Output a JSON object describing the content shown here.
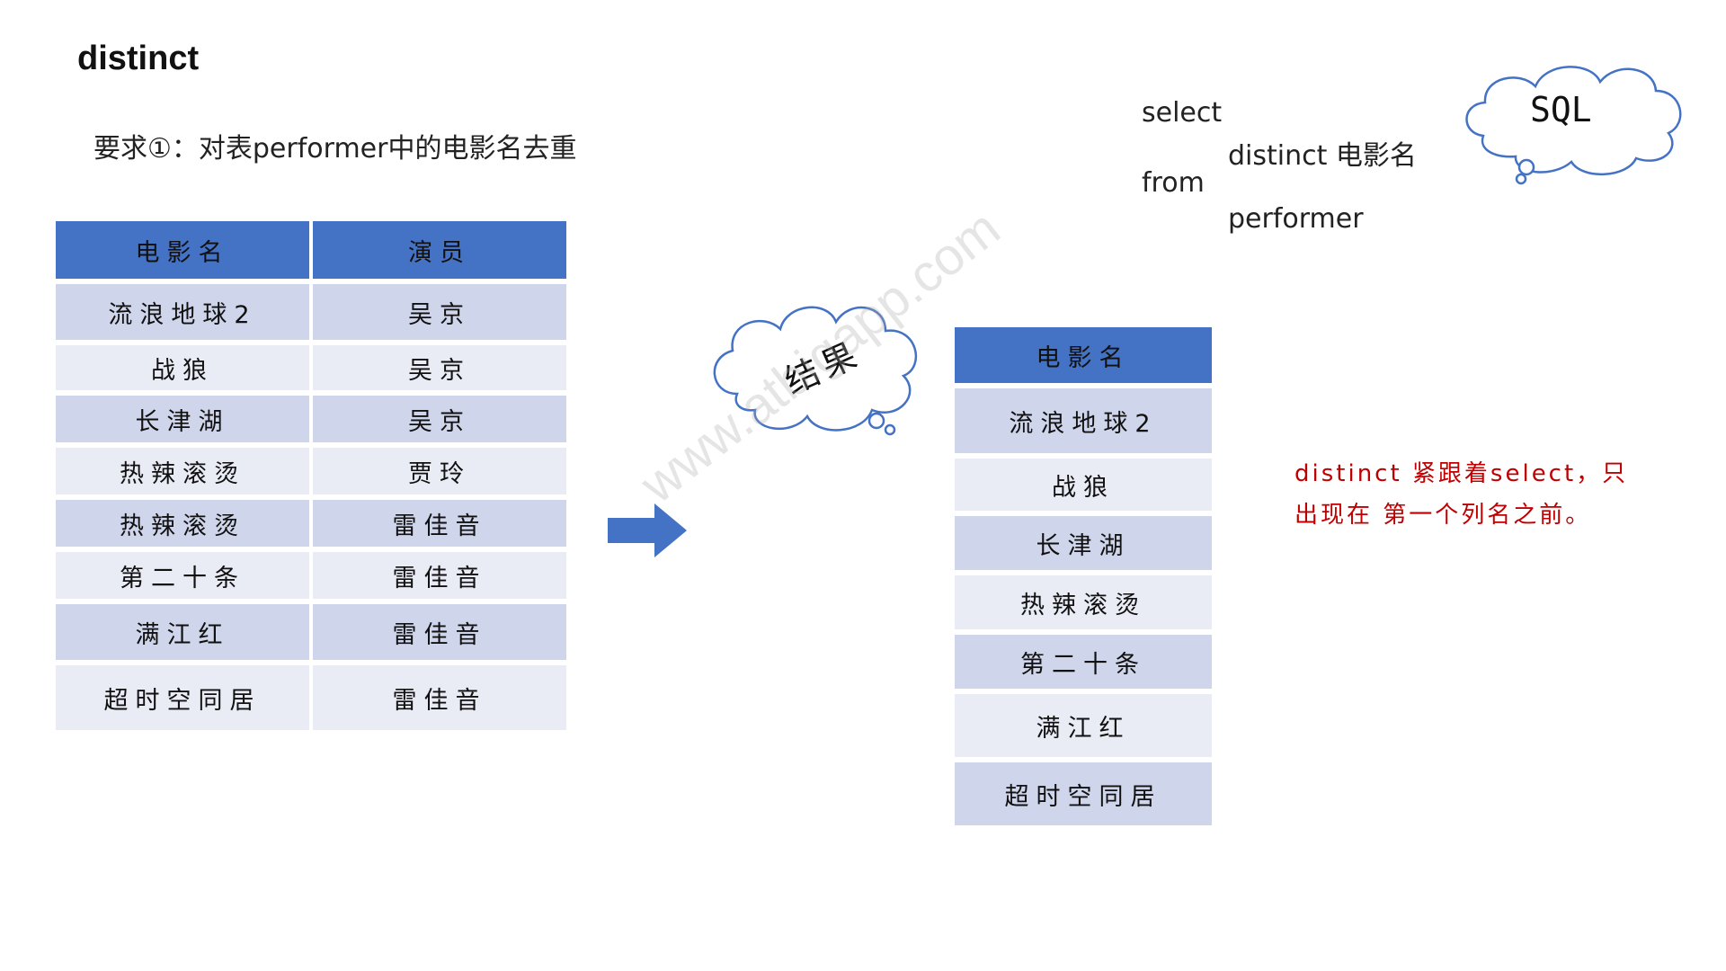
{
  "title": "distinct",
  "requirement": "要求①：对表performer中的电影名去重",
  "source_table": {
    "headers": [
      "电影名",
      "演员"
    ],
    "rows": [
      [
        "流浪地球2",
        "吴京"
      ],
      [
        "战狼",
        "吴京"
      ],
      [
        "长津湖",
        "吴京"
      ],
      [
        "热辣滚烫",
        "贾玲"
      ],
      [
        "热辣滚烫",
        "雷佳音"
      ],
      [
        "第二十条",
        "雷佳音"
      ],
      [
        "满江红",
        "雷佳音"
      ],
      [
        "超时空同居",
        "雷佳音"
      ]
    ]
  },
  "result_table": {
    "headers": [
      "电影名"
    ],
    "rows": [
      [
        "流浪地球2"
      ],
      [
        "战狼"
      ],
      [
        "长津湖"
      ],
      [
        "热辣滚烫"
      ],
      [
        "第二十条"
      ],
      [
        "满江红"
      ],
      [
        "超时空同居"
      ]
    ]
  },
  "result_cloud_label": "结果",
  "sql_cloud_label": "SQL",
  "sql": {
    "select": "select",
    "columns": "distinct  电影名",
    "from": "from",
    "table": "performer"
  },
  "note": {
    "line1": "distinct 紧跟着select，只",
    "line2": "出现在 第一个列名之前。"
  },
  "watermark": "www.atbigapp.com",
  "colors": {
    "header": "#4472c4",
    "row_odd": "#cfd5ea",
    "row_even": "#e9ebf5",
    "arrow": "#4472c4",
    "note": "#c00000"
  },
  "icons": {
    "arrow": "right-arrow-icon",
    "result_cloud": "thought-cloud-icon",
    "sql_cloud": "thought-cloud-icon"
  }
}
